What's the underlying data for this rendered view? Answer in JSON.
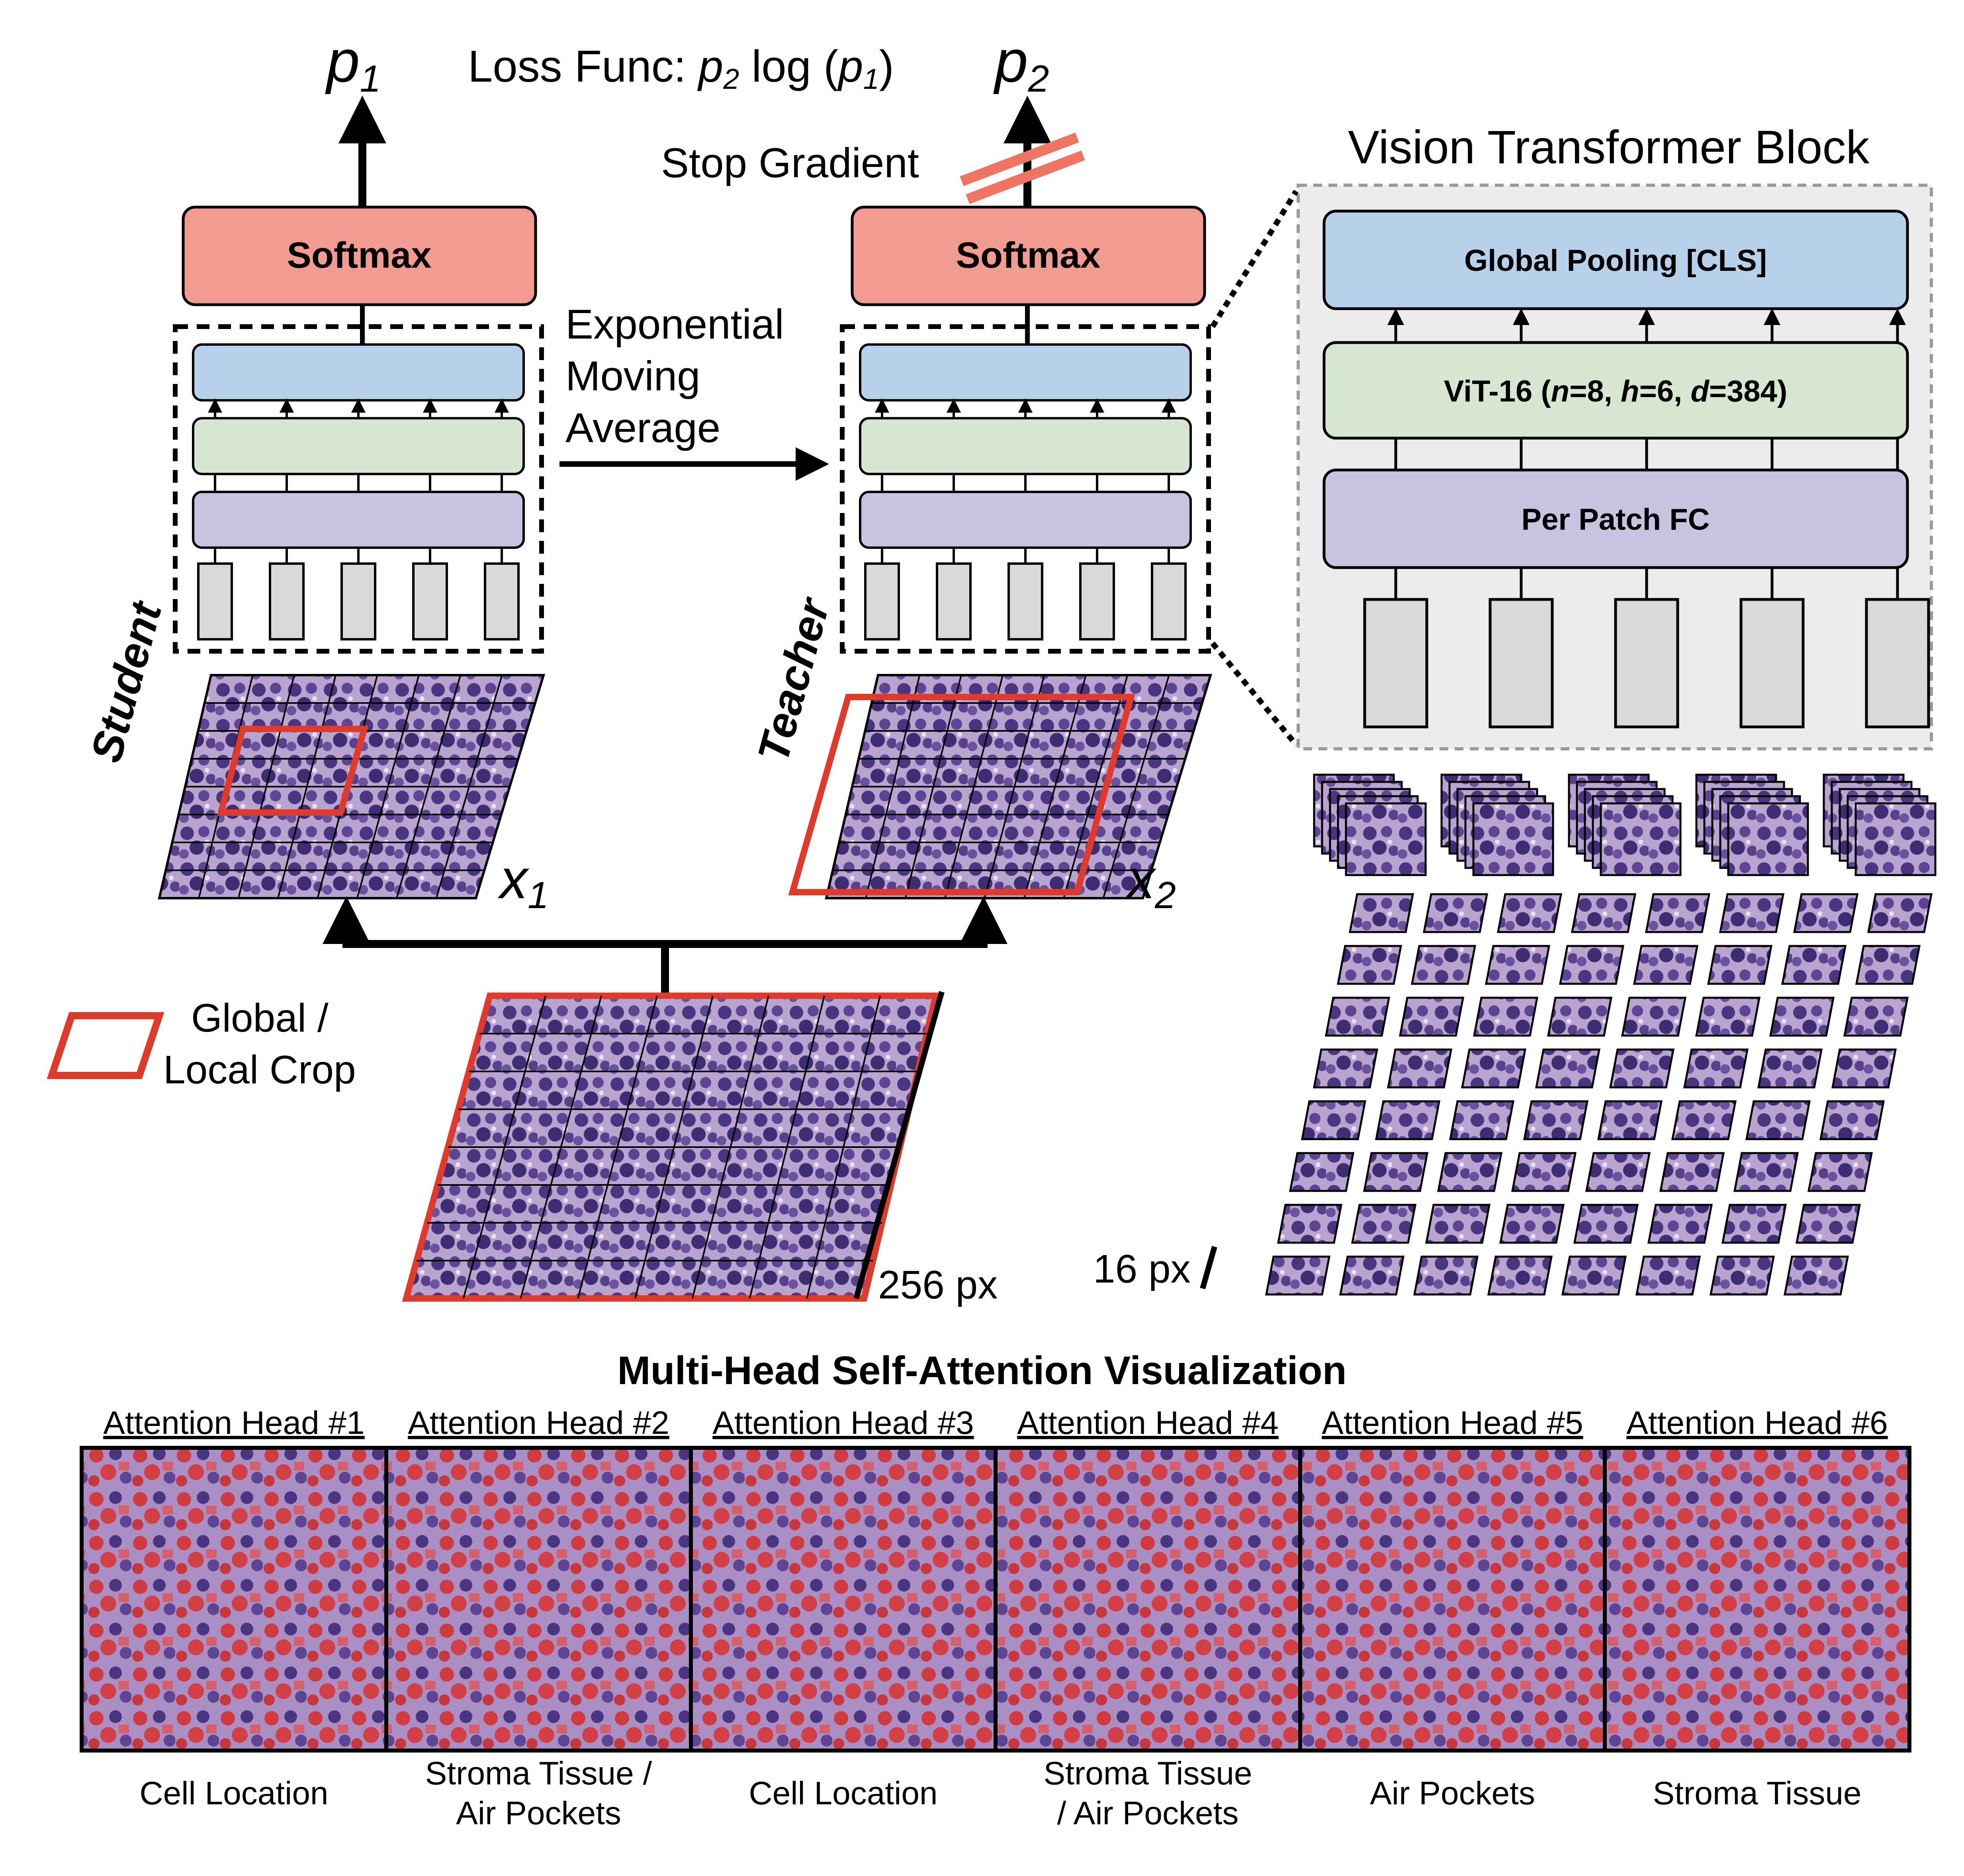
{
  "colors": {
    "softmax": "#f29b91",
    "pooling": "#b7d1ea",
    "vit": "#d6e6d0",
    "patch_fc": "#c7c3e0",
    "token": "#d9d9d9",
    "crop": "#e03a2a",
    "stop_gradient": "#ef7462",
    "tissue": "#7a5a9c",
    "attention": "#d83a3a",
    "panel_bg": "#ececec"
  },
  "top": {
    "p1_base": "p",
    "p1_sub": "1",
    "p2_base": "p",
    "p2_sub": "2",
    "loss_prefix": "Loss Func: ",
    "loss_p": "p",
    "loss_sub2": "2",
    "loss_log": " log (",
    "loss_p1": "p",
    "loss_sub1": "1",
    "loss_close": ")",
    "stop_gradient": "Stop Gradient"
  },
  "student": {
    "label": "Student",
    "softmax_label": "Softmax",
    "x_base": "x",
    "x_sub": "1"
  },
  "teacher": {
    "label": "Teacher",
    "softmax_label": "Softmax",
    "x_base": "x",
    "x_sub": "2"
  },
  "ema": {
    "line1": "Exponential",
    "line2": "Moving",
    "line3": "Average"
  },
  "legend": {
    "line1": "Global /",
    "line2": "Local Crop"
  },
  "input": {
    "size_label": "256 px"
  },
  "vit_block": {
    "title": "Vision Transformer Block",
    "pooling_label": "Global Pooling [CLS]",
    "vit_prefix": "ViT-16 (",
    "n_var": "n",
    "n_val": "=8, ",
    "h_var": "h",
    "h_val": "=6, ",
    "d_var": "d",
    "d_val": "=384)",
    "patch_fc_label": "Per Patch FC"
  },
  "patches": {
    "size_label": "16 px"
  },
  "attention": {
    "title": "Multi-Head Self-Attention Visualization",
    "heads": [
      {
        "title": "Attention Head #1",
        "caption": [
          "Cell Location"
        ]
      },
      {
        "title": "Attention Head #2",
        "caption": [
          "Stroma Tissue /",
          "Air Pockets"
        ]
      },
      {
        "title": "Attention Head #3",
        "caption": [
          "Cell Location"
        ]
      },
      {
        "title": "Attention Head #4",
        "caption": [
          "Stroma Tissue",
          "/ Air Pockets"
        ]
      },
      {
        "title": "Attention Head #5",
        "caption": [
          "Air Pockets"
        ]
      },
      {
        "title": "Attention Head #6",
        "caption": [
          "Stroma Tissue"
        ]
      }
    ]
  }
}
